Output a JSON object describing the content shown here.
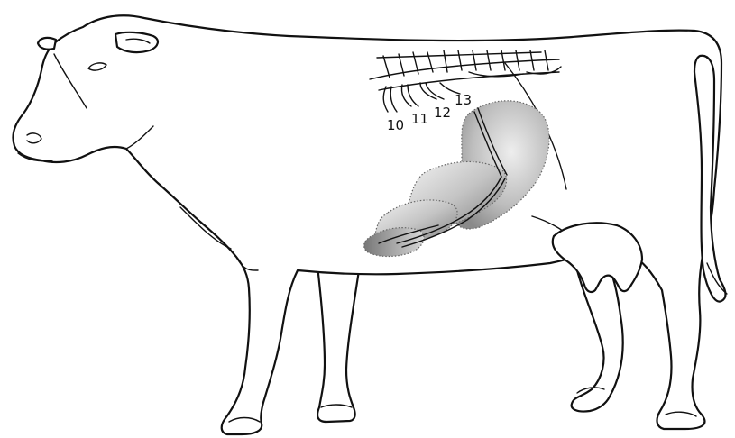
{
  "diagram": {
    "rib_labels": [
      {
        "id": "rib-10",
        "text": "10"
      },
      {
        "id": "rib-11",
        "text": "11"
      },
      {
        "id": "rib-12",
        "text": "12"
      },
      {
        "id": "rib-13",
        "text": "13"
      }
    ],
    "colors": {
      "outline": "#111111",
      "organ_shading_dark": "#8a8a8a",
      "organ_shading_light": "#e6e6e6",
      "background": "#ffffff"
    }
  }
}
